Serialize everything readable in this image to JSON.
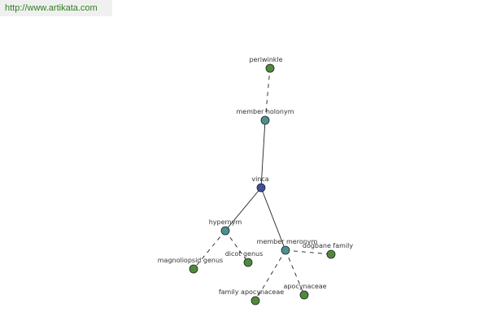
{
  "header": {
    "link_text": "http://www.artikata.com"
  },
  "colors": {
    "link": "#2e7d1e",
    "link_bg": "#f0f0f0",
    "root_node": "#3d4f9e",
    "relation_node": "#4a9190",
    "leaf_node": "#4f8a3c",
    "edge": "#222222"
  },
  "graph": {
    "nodes": [
      {
        "id": "periwinkle",
        "label": "periwinkle",
        "kind": "leaf"
      },
      {
        "id": "member-holonym",
        "label": "member holonym",
        "kind": "relation"
      },
      {
        "id": "vinca",
        "label": "vinca",
        "kind": "root"
      },
      {
        "id": "hypernym",
        "label": "hypernym",
        "kind": "relation"
      },
      {
        "id": "member-meronym",
        "label": "member meronym",
        "kind": "relation"
      },
      {
        "id": "magnoliopsid-genus",
        "label": "magnoliopsid genus",
        "kind": "leaf"
      },
      {
        "id": "dicot-genus",
        "label": "dicot genus",
        "kind": "leaf"
      },
      {
        "id": "dogbane-family",
        "label": "dogbane family",
        "kind": "leaf"
      },
      {
        "id": "family-apocynaceae",
        "label": "family apocynaceae",
        "kind": "leaf"
      },
      {
        "id": "apocynaceae",
        "label": "apocynaceae",
        "kind": "leaf"
      }
    ],
    "edges": [
      {
        "from": "vinca",
        "to": "member-holonym",
        "style": "solid"
      },
      {
        "from": "member-holonym",
        "to": "periwinkle",
        "style": "dashed"
      },
      {
        "from": "vinca",
        "to": "hypernym",
        "style": "solid"
      },
      {
        "from": "vinca",
        "to": "member-meronym",
        "style": "solid"
      },
      {
        "from": "hypernym",
        "to": "magnoliopsid-genus",
        "style": "dashed"
      },
      {
        "from": "hypernym",
        "to": "dicot-genus",
        "style": "dashed"
      },
      {
        "from": "member-meronym",
        "to": "dogbane-family",
        "style": "dashed"
      },
      {
        "from": "member-meronym",
        "to": "family-apocynaceae",
        "style": "dashed"
      },
      {
        "from": "member-meronym",
        "to": "apocynaceae",
        "style": "dashed"
      }
    ]
  }
}
